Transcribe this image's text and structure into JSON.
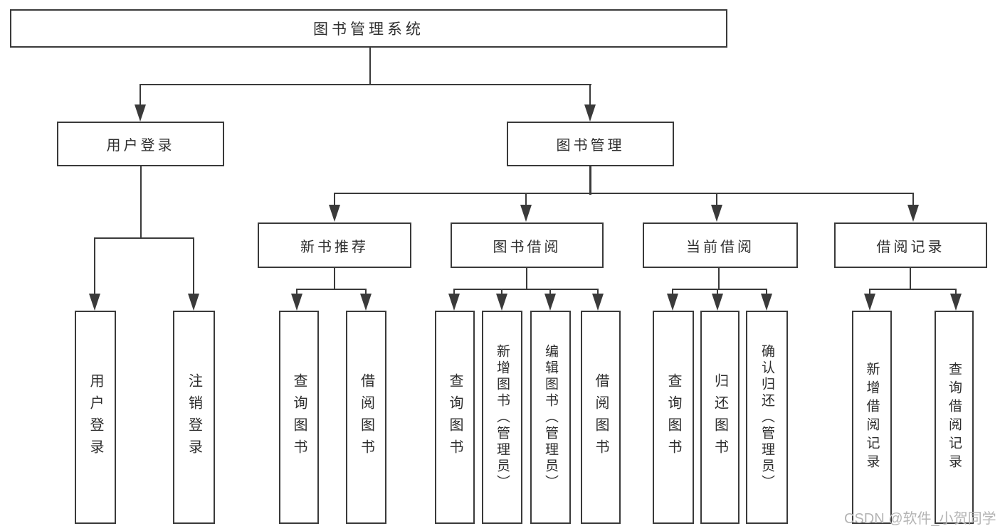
{
  "diagram": {
    "type": "tree",
    "root": {
      "label": "图书管理系统"
    },
    "branches": [
      {
        "label": "用户登录",
        "children": [
          {
            "label": "用户登录"
          },
          {
            "label": "注销登录"
          }
        ]
      },
      {
        "label": "图书管理",
        "children": [
          {
            "label": "新书推荐",
            "children": [
              {
                "label": "查询图书"
              },
              {
                "label": "借阅图书"
              }
            ]
          },
          {
            "label": "图书借阅",
            "children": [
              {
                "label": "查询图书"
              },
              {
                "label": "新增图书（管理员）"
              },
              {
                "label": "编辑图书（管理员）"
              },
              {
                "label": "借阅图书"
              }
            ]
          },
          {
            "label": "当前借阅",
            "children": [
              {
                "label": "查询图书"
              },
              {
                "label": "归还图书"
              },
              {
                "label": "确认归还（管理员）"
              }
            ]
          },
          {
            "label": "借阅记录",
            "children": [
              {
                "label": "新增借阅记录"
              },
              {
                "label": "查询借阅记录"
              }
            ]
          }
        ]
      }
    ]
  },
  "colors": {
    "line": "#3a3a3a",
    "text": "#2e2e2e",
    "watermark": "#b4b4b4",
    "background": "#ffffff"
  },
  "watermark": {
    "text": "CSDN @软件_小贺同学"
  }
}
